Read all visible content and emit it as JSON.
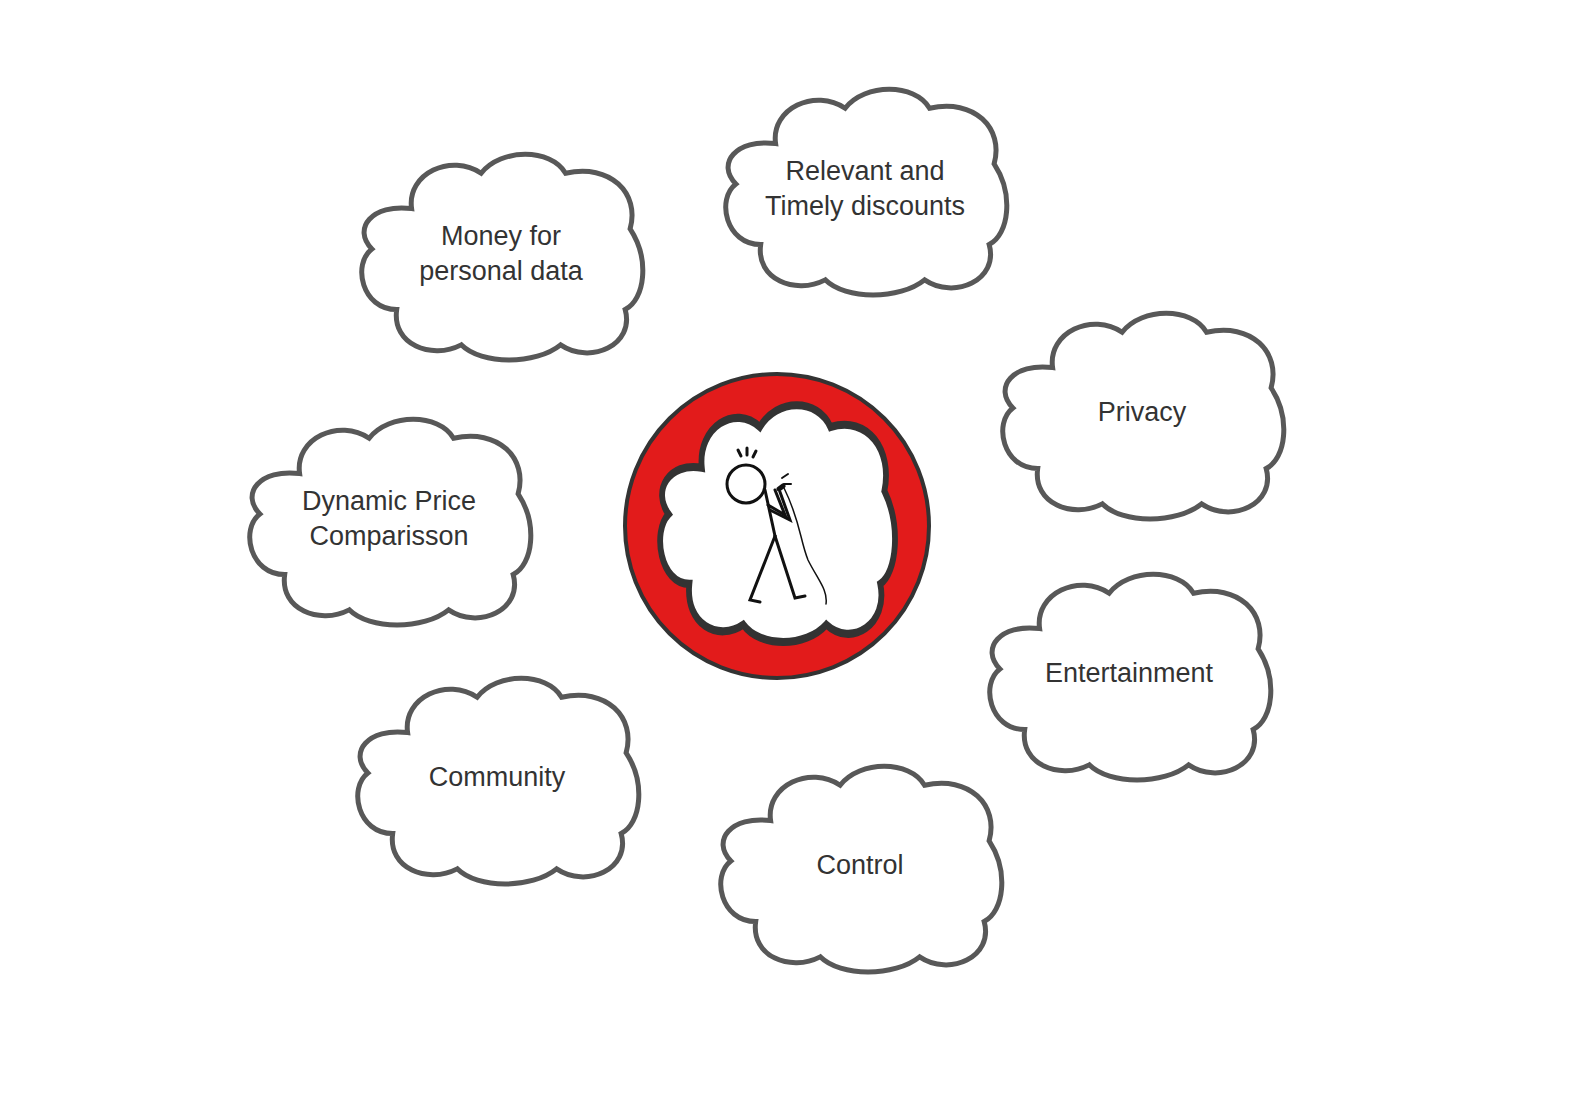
{
  "diagram": {
    "nodes": [
      {
        "text": [
          "Relevant and Timely discounts"
        ]
      },
      {
        "text": [
          "Money for personal data"
        ]
      },
      {
        "text": [
          "Privacy"
        ]
      },
      {
        "text": [
          "Dynamic Price Comparisson"
        ]
      },
      {
        "text": [
          "Entertainment"
        ]
      },
      {
        "text": [
          "Community"
        ]
      },
      {
        "text": [
          "Control"
        ]
      }
    ]
  }
}
